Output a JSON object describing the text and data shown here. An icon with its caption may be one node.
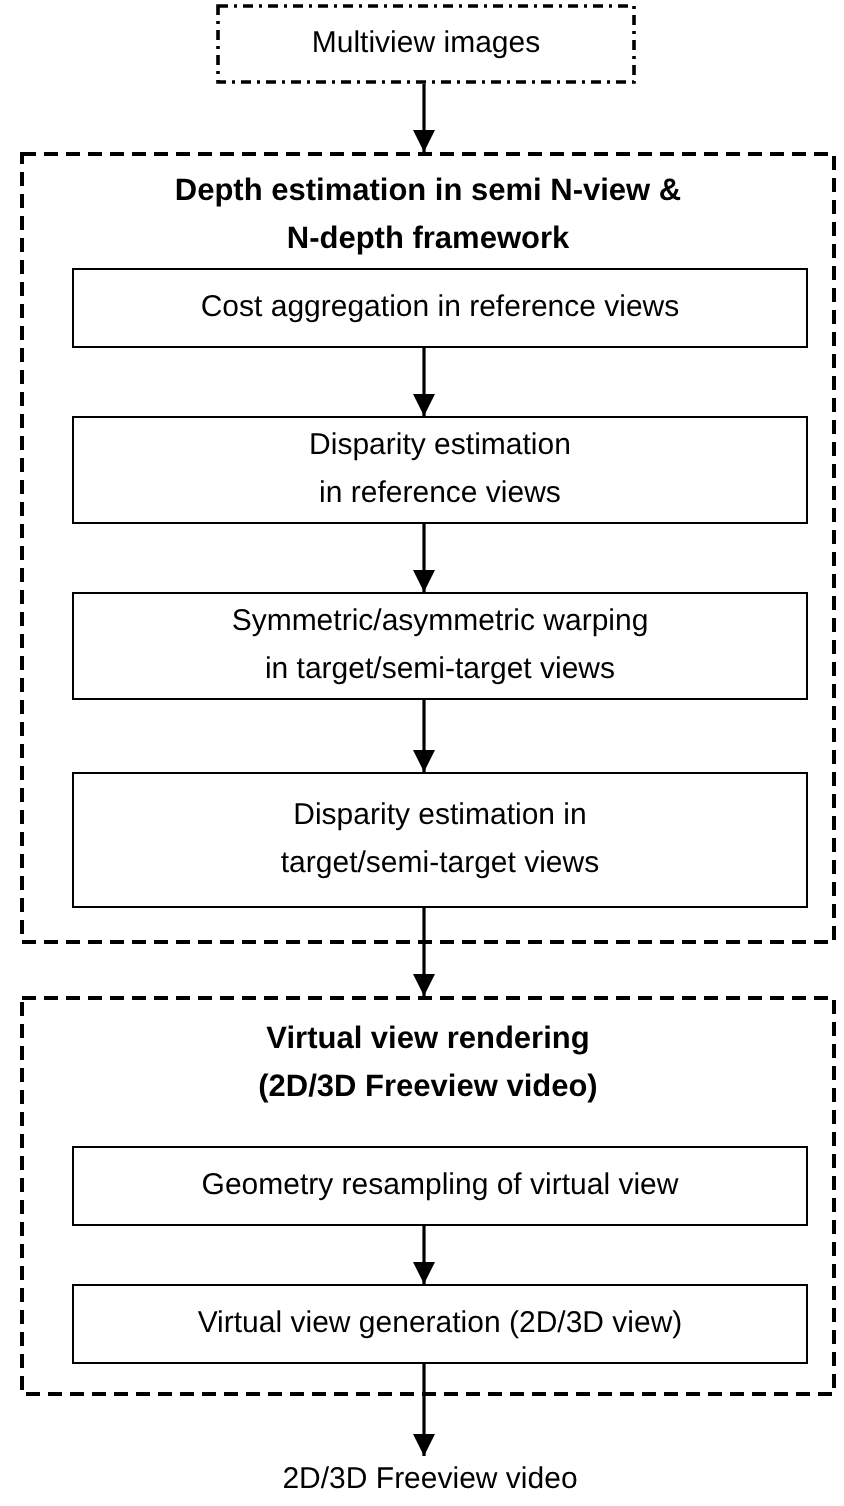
{
  "diagram": {
    "nodes": [
      {
        "text": [
          "Multiview images"
        ]
      },
      {
        "text": [
          "Depth estimation in semi N-view & N-depth framework"
        ]
      },
      {
        "text": [
          "Cost aggregation in reference views"
        ],
        "in": 1
      },
      {
        "text": [
          "Disparity estimation in reference views"
        ],
        "in": 1
      },
      {
        "text": [
          "Symmetric/asymmetric warping in target/semi-target views"
        ],
        "in": 1
      },
      {
        "text": [
          "Disparity estimation in target/semi-target views"
        ],
        "in": 1
      },
      {
        "text": [
          "Virtual view rendering (2D/3D Freeview video)"
        ]
      },
      {
        "text": [
          "Geometry resampling of virtual view"
        ],
        "in": 6
      },
      {
        "text": [
          "Virtual view generation (2D/3D view)"
        ],
        "in": 6
      },
      {
        "text": [
          "2D/3D Freeview video"
        ]
      }
    ],
    "edges": [
      {
        "from": 0,
        "to": 1,
        "arrow": "to"
      },
      {
        "from": 2,
        "to": 3,
        "arrow": "to"
      },
      {
        "from": 3,
        "to": 4,
        "arrow": "to"
      },
      {
        "from": 4,
        "to": 5,
        "arrow": "to"
      },
      {
        "from": 5,
        "to": 6,
        "arrow": "to"
      },
      {
        "from": 7,
        "to": 8,
        "arrow": "to"
      },
      {
        "from": 8,
        "to": 9,
        "arrow": "to"
      }
    ]
  }
}
